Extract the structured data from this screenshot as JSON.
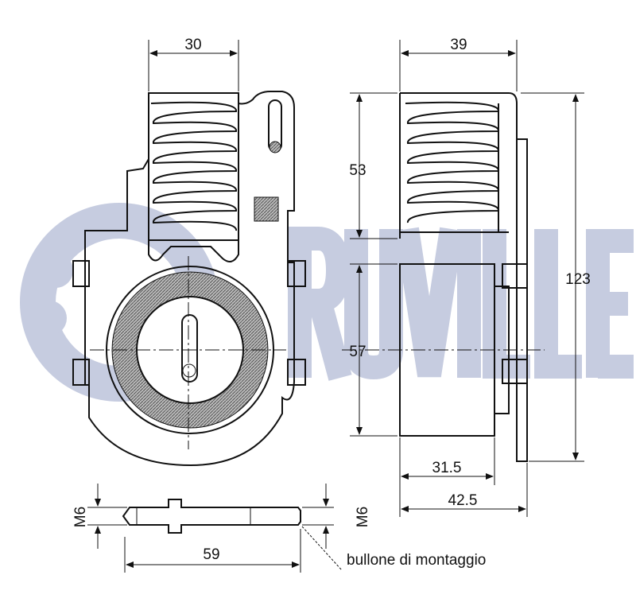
{
  "watermark": {
    "brand": "RUVILLE",
    "color": "#c6cce0"
  },
  "dimensions": {
    "width_spring_left": "30",
    "width_spring_right": "39",
    "height_spring": "53",
    "height_total": "123",
    "height_roller": "57",
    "roller_width": "31.5",
    "overall_width": "42.5",
    "bolt_thread_left": "M6",
    "bolt_thread_right": "M6",
    "bolt_length": "59"
  },
  "labels": {
    "bolt": "bullone di montaggio"
  },
  "colors": {
    "line": "#111111",
    "watermark": "#c6cce0"
  }
}
